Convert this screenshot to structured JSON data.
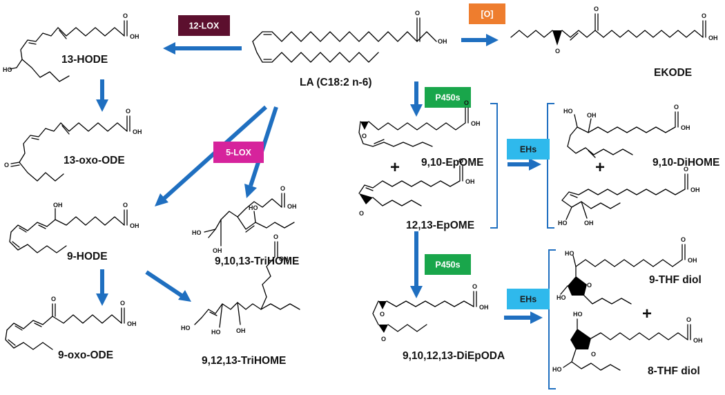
{
  "compounds": {
    "la": "LA (C18:2 n-6)",
    "ekode": "EKODE",
    "hode13": "13-HODE",
    "oxoode13": "13-oxo-ODE",
    "hode9": "9-HODE",
    "oxoode9": "9-oxo-ODE",
    "trihome91013": "9,10,13-TriHOME",
    "trihome91213": "9,12,13-TriHOME",
    "epome910": "9,10-EpOME",
    "epome1213": "12,13-EpOME",
    "dihome910": "9,10-DiHOME",
    "diepoda": "9,10,12,13-DiEpODA",
    "thf9": "9-THF diol",
    "thf8": "8-THF diol"
  },
  "enzymes": {
    "lox12": {
      "label": "12-LOX",
      "bg": "#5c0f2e",
      "fg": "#ffffff"
    },
    "ox": {
      "label": "[O]",
      "bg": "#ee7d2e",
      "fg": "#ffffff"
    },
    "lox5": {
      "label": "5-LOX",
      "bg": "#d6239c",
      "fg": "#ffffff"
    },
    "p450_a": {
      "label": "P450s",
      "bg": "#19a64b",
      "fg": "#ffffff"
    },
    "p450_b": {
      "label": "P450s",
      "bg": "#19a64b",
      "fg": "#ffffff"
    },
    "ehs_a": {
      "label": "EHs",
      "bg": "#2fb9ec",
      "fg": "#1b1b1b"
    },
    "ehs_b": {
      "label": "EHs",
      "bg": "#2fb9ec",
      "fg": "#1b1b1b"
    }
  },
  "atoms": {
    "o": "O",
    "oh": "OH",
    "ho": "HO"
  },
  "plus": "+",
  "colors": {
    "arrow": "#1f6fc0",
    "bracket": "#1f6fc0",
    "bond": "#000000"
  }
}
